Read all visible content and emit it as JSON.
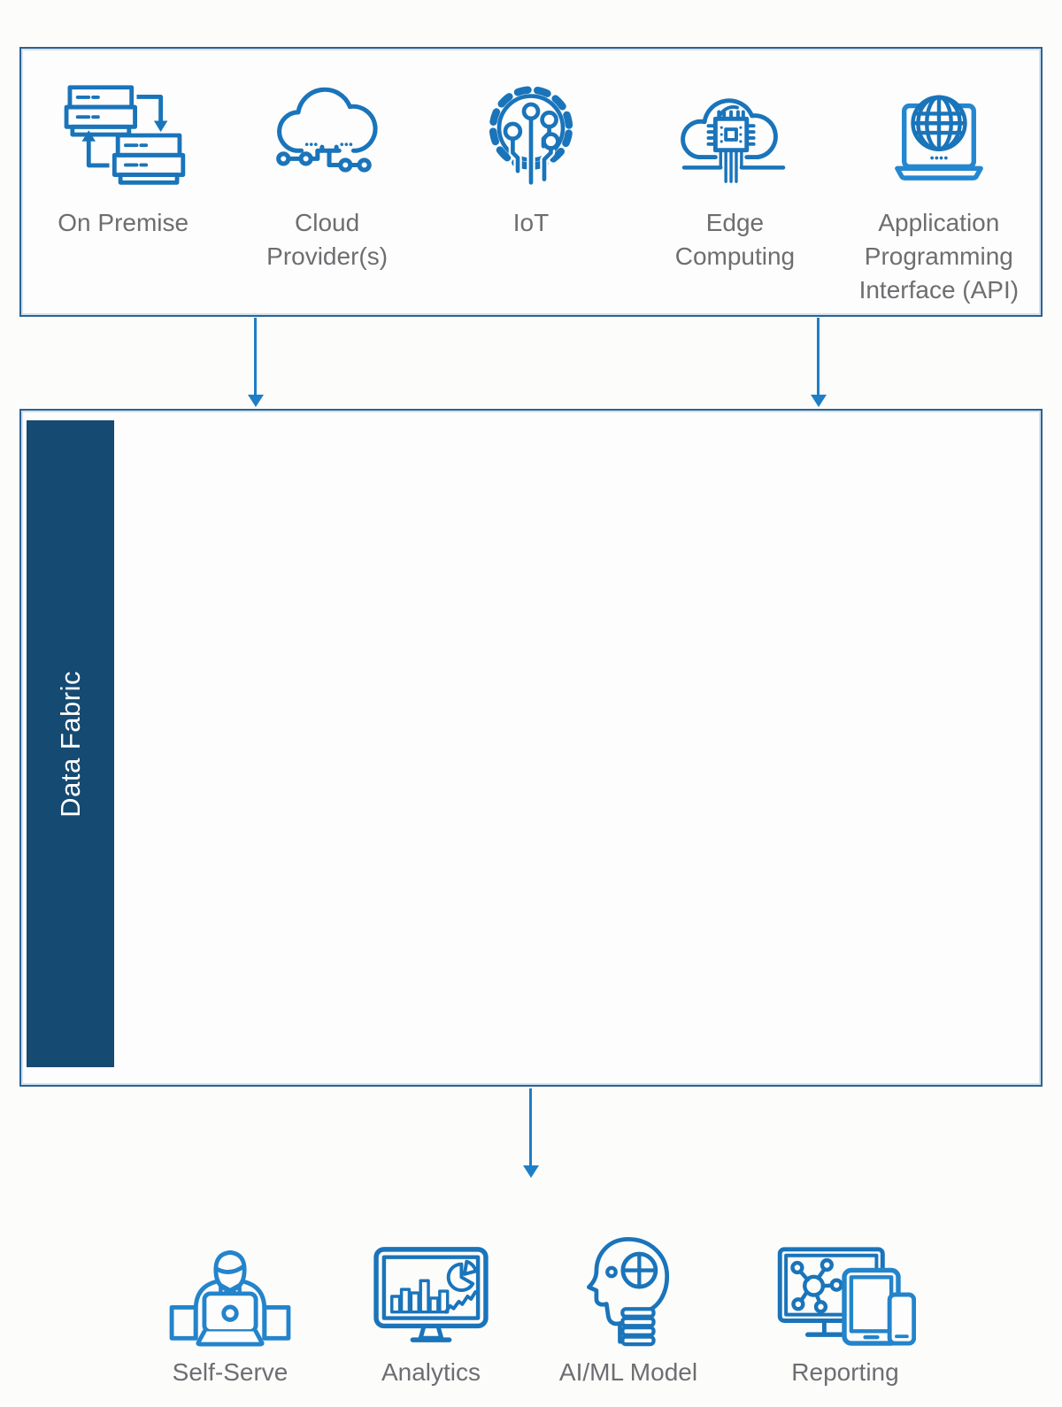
{
  "sources_panel": {
    "items": [
      {
        "label": "On Premise",
        "icon": "on-premise-sync-servers-icon"
      },
      {
        "label": "Cloud\nProvider(s)",
        "icon": "cloud-provider-circuit-icon"
      },
      {
        "label": "IoT",
        "icon": "iot-gear-circuit-icon"
      },
      {
        "label": "Edge\nComputing",
        "icon": "edge-computing-cloud-chip-icon"
      },
      {
        "label": "Application\nProgramming\nInterface (API)",
        "icon": "api-laptop-globe-icon"
      }
    ]
  },
  "fabric_panel": {
    "label": "Data Fabric"
  },
  "consumers_row": {
    "items": [
      {
        "label": "Self-Serve",
        "icon": "self-serve-person-laptop-icon"
      },
      {
        "label": "Analytics",
        "icon": "analytics-monitor-charts-icon"
      },
      {
        "label": "AI/ML Model",
        "icon": "ai-ml-head-profile-icon"
      },
      {
        "label": "Reporting",
        "icon": "reporting-devices-network-icon"
      }
    ]
  },
  "colors": {
    "icon_blue": "#1a74ba",
    "icon_blue_bright": "#2487d0",
    "arrow_blue": "#1e7ec6",
    "panel_border": "#2b6394",
    "fabric_bar": "#154a73",
    "label_gray": "#6d6e71",
    "background": "#fcfcfb"
  }
}
